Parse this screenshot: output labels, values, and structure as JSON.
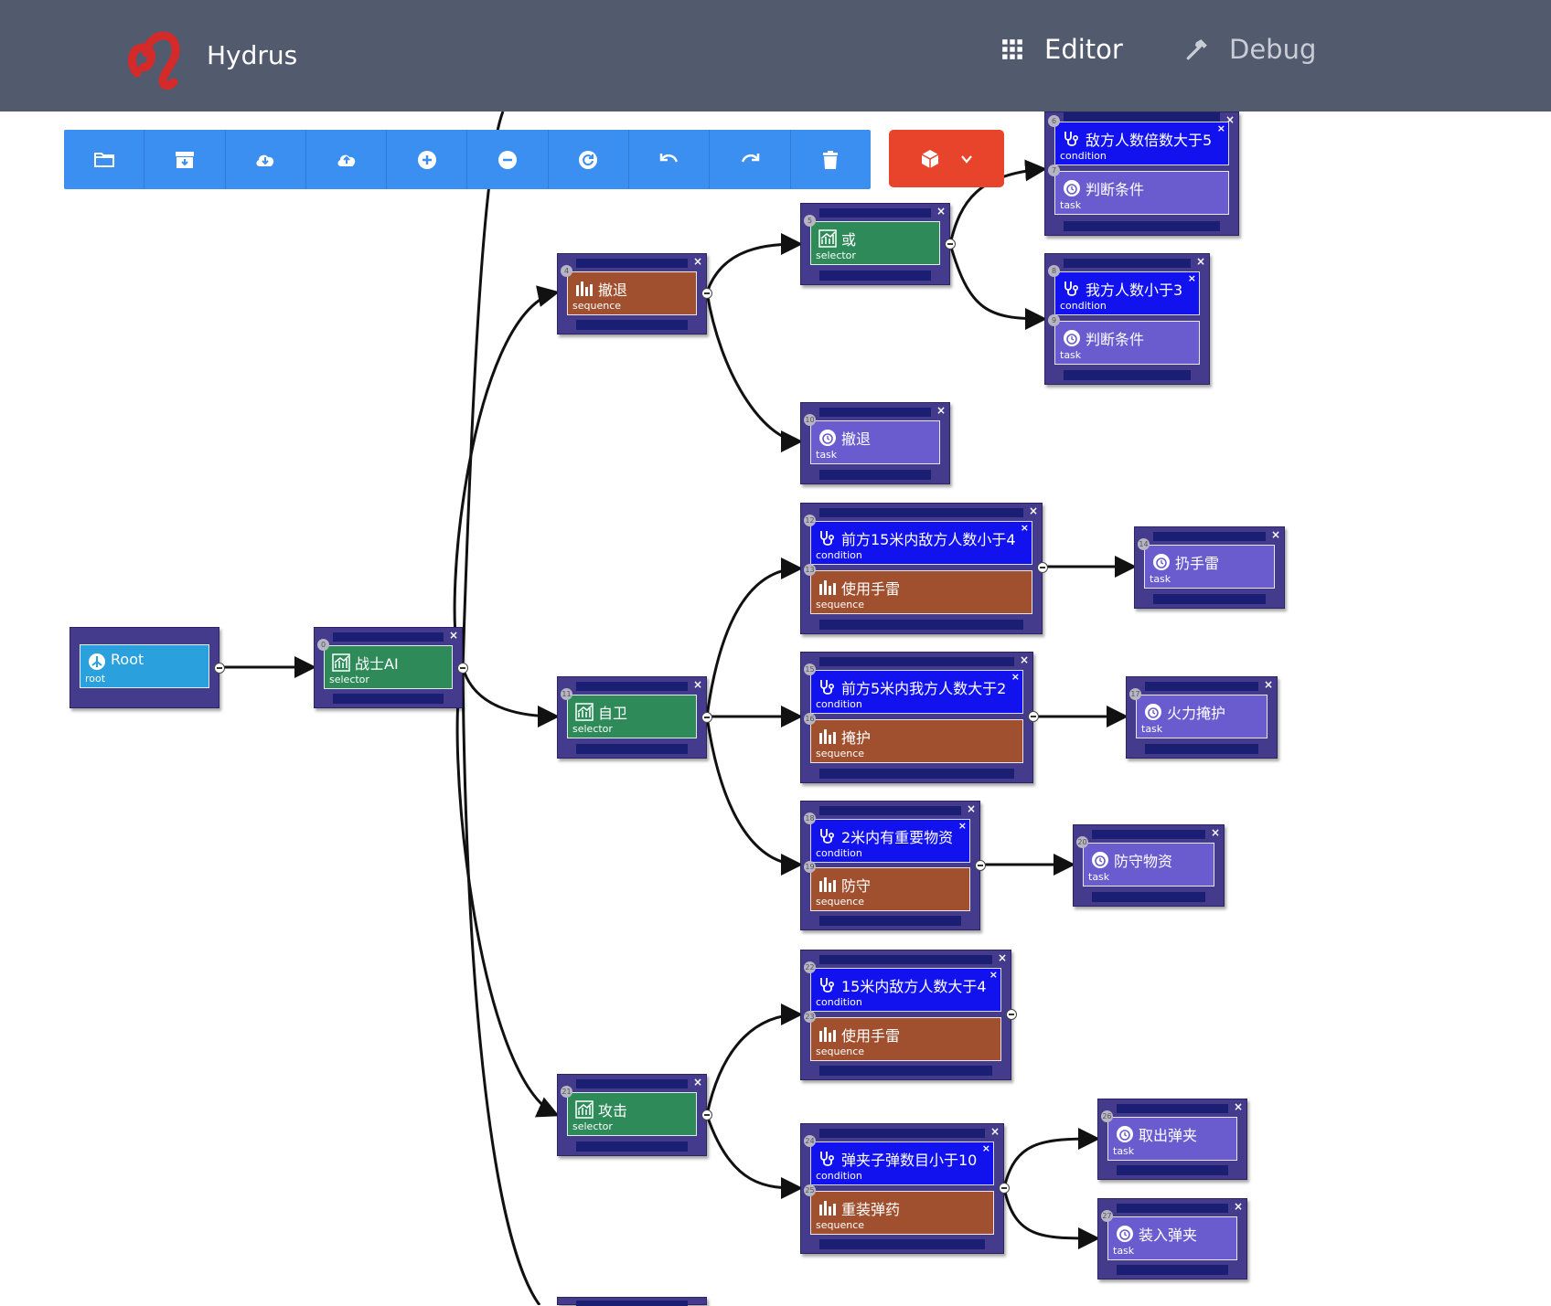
{
  "app": {
    "title": "Hydrus"
  },
  "nav": {
    "editor": "Editor",
    "debug": "Debug"
  },
  "colors": {
    "header": "#525a6e",
    "toolbar": "#3a8ff0",
    "red_button": "#e8432b",
    "root": "#2aa0dc",
    "selector": "#2f8a5a",
    "sequence": "#a0502e",
    "condition": "#1212ee",
    "task": "#6a5ccf",
    "node_frame": "#453b8c"
  },
  "toolbar": {
    "buttons": [
      {
        "icon": "folder-icon"
      },
      {
        "icon": "archive-icon"
      },
      {
        "icon": "cloud-download-icon"
      },
      {
        "icon": "cloud-upload-icon"
      },
      {
        "icon": "plus-circle-icon"
      },
      {
        "icon": "minus-circle-icon"
      },
      {
        "icon": "refresh-icon"
      },
      {
        "icon": "undo-icon"
      },
      {
        "icon": "redo-icon"
      },
      {
        "icon": "trash-icon"
      }
    ],
    "dropdown_icon": "cube-icon"
  },
  "nodes": {
    "root": {
      "label": "Root",
      "type": "root"
    },
    "n0": {
      "num": "0",
      "label": "战士AI",
      "type": "selector"
    },
    "n4": {
      "num": "4",
      "label": "撤退",
      "type": "sequence"
    },
    "n5": {
      "num": "5",
      "label": "或",
      "type": "selector"
    },
    "n6": {
      "num": "6",
      "label": "敌方人数倍数大于5",
      "type": "condition"
    },
    "n7": {
      "num": "7",
      "label": "判断条件",
      "type": "task"
    },
    "n8": {
      "num": "8",
      "label": "我方人数小于3",
      "type": "condition"
    },
    "n9": {
      "num": "9",
      "label": "判断条件",
      "type": "task"
    },
    "n10": {
      "num": "10",
      "label": "撤退",
      "type": "task"
    },
    "n11": {
      "num": "11",
      "label": "自卫",
      "type": "selector"
    },
    "n12": {
      "num": "12",
      "label": "前方15米内敌方人数小于4",
      "type": "condition"
    },
    "n13": {
      "num": "13",
      "label": "使用手雷",
      "type": "sequence"
    },
    "n14": {
      "num": "14",
      "label": "扔手雷",
      "type": "task"
    },
    "n15": {
      "num": "15",
      "label": "前方5米内我方人数大于2",
      "type": "condition"
    },
    "n16": {
      "num": "16",
      "label": "掩护",
      "type": "sequence"
    },
    "n17": {
      "num": "17",
      "label": "火力掩护",
      "type": "task"
    },
    "n18": {
      "num": "18",
      "label": "2米内有重要物资",
      "type": "condition"
    },
    "n19": {
      "num": "19",
      "label": "防守",
      "type": "sequence"
    },
    "n20": {
      "num": "20",
      "label": "防守物资",
      "type": "task"
    },
    "n21": {
      "num": "21",
      "label": "攻击",
      "type": "selector"
    },
    "n22": {
      "num": "22",
      "label": "15米内敌方人数大于4",
      "type": "condition"
    },
    "n23": {
      "num": "23",
      "label": "使用手雷",
      "type": "sequence"
    },
    "n24": {
      "num": "24",
      "label": "弹夹子弹数目小于10",
      "type": "condition"
    },
    "n25": {
      "num": "25",
      "label": "重装弹药",
      "type": "sequence"
    },
    "n26": {
      "num": "26",
      "label": "取出弹夹",
      "type": "task"
    },
    "n27": {
      "num": "27",
      "label": "装入弹夹",
      "type": "task"
    }
  },
  "close_glyph": "×"
}
